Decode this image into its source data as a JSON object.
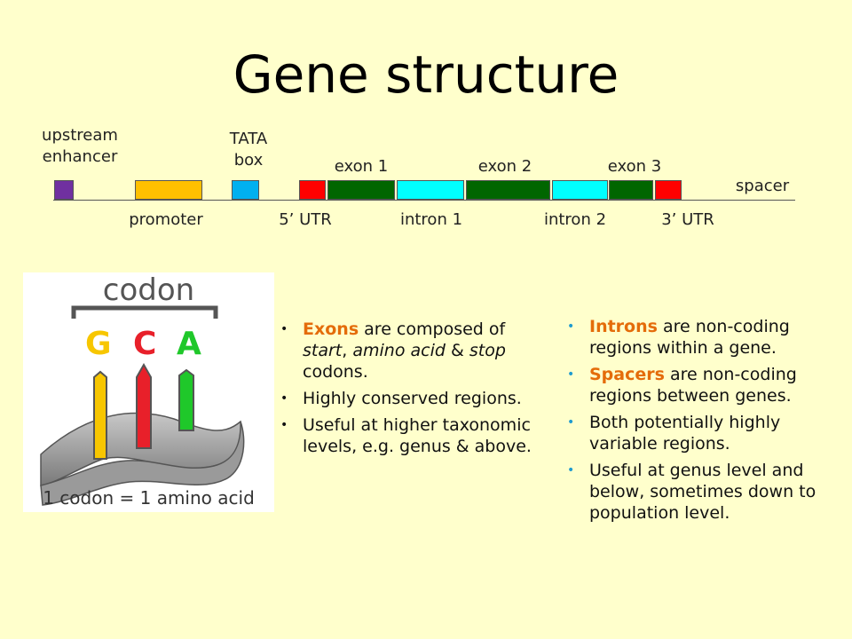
{
  "title": "Gene structure",
  "diagram": {
    "labels": {
      "upstream_enhancer": "upstream enhancer",
      "promoter": "promoter",
      "tata_box": "TATA box",
      "utr5": "5’ UTR",
      "exon1": "exon 1",
      "intron1": "intron 1",
      "exon2": "exon 2",
      "intron2": "intron 2",
      "exon3": "exon 3",
      "utr3": "3’ UTR",
      "spacer": "spacer"
    },
    "colors": {
      "enhancer": "#7030a0",
      "promoter": "#ffc000",
      "tata": "#00b0f0",
      "utr": "#ff0000",
      "exon": "#006600",
      "intron": "#00ffff"
    }
  },
  "image": {
    "heading": "codon",
    "letters": [
      "G",
      "C",
      "A"
    ],
    "letter_colors": [
      "#f7c600",
      "#e8202a",
      "#1fc82a"
    ],
    "caption": "1 codon = 1 amino acid"
  },
  "left_bullets": {
    "b1_hl": "Exons",
    "b1_a": " are composed of ",
    "b1_i1": "start",
    "b1_b": ", ",
    "b1_i2": "amino acid",
    "b1_c": " & ",
    "b1_i3": "stop",
    "b1_d": " codons.",
    "b2": "Highly conserved regions.",
    "b3": "Useful at higher taxonomic levels, e.g. genus & above."
  },
  "right_bullets": {
    "b1_hl": "Introns",
    "b1_rest": " are non-coding regions within a gene.",
    "b2_hl": "Spacers",
    "b2_rest": " are non-coding regions between genes.",
    "b3": "Both potentially highly variable regions.",
    "b4": "Useful at genus level and below, sometimes down to population level."
  }
}
